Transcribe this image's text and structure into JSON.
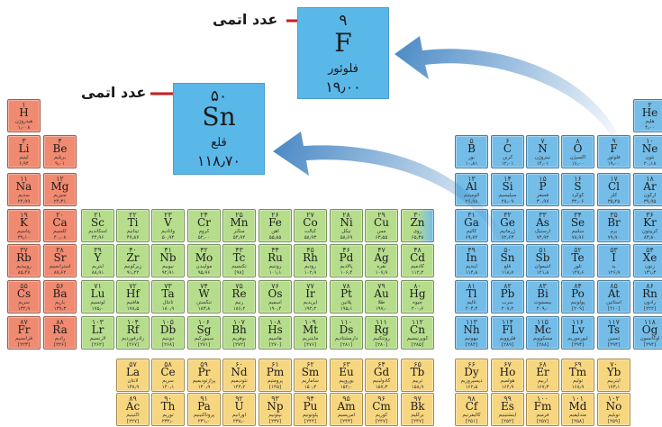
{
  "labels": {
    "atomic_number": "عدد اتمی"
  },
  "highlight_f": {
    "num": "۹",
    "sym": "F",
    "name": "فلوئور",
    "mass": "۱۹٫۰۰"
  },
  "highlight_sn": {
    "num": "۵۰",
    "sym": "Sn",
    "name": "قلع",
    "mass": "۱۱۸٫۷۰"
  },
  "colors": {
    "alkali": "#f08a70",
    "transition": "#b6dd8c",
    "main_group": "#74bde8",
    "f_block": "#f7d680",
    "highlight": "#5ab8e9",
    "arrow": "#3a7fc0",
    "label_arrow": "#c81e1e"
  },
  "elements": [
    {
      "r": 0,
      "c": 0,
      "n": "۱",
      "s": "H",
      "nm": "هیدروژن",
      "m": "۱٫۰۰۸",
      "t": "alk"
    },
    {
      "r": 0,
      "c": 17,
      "n": "۲",
      "s": "He",
      "nm": "هلیم",
      "m": "۴٫۰۰",
      "t": "p"
    },
    {
      "r": 1,
      "c": 0,
      "n": "۳",
      "s": "Li",
      "nm": "لیتیم",
      "m": "۶٫۹۴",
      "t": "alk"
    },
    {
      "r": 1,
      "c": 1,
      "n": "۴",
      "s": "Be",
      "nm": "بریلیم",
      "m": "۹٫۰۱",
      "t": "alk"
    },
    {
      "r": 1,
      "c": 12,
      "n": "۵",
      "s": "B",
      "nm": "بور",
      "m": "۱۰٫۸۱",
      "t": "p"
    },
    {
      "r": 1,
      "c": 13,
      "n": "۶",
      "s": "C",
      "nm": "کربن",
      "m": "۱۲٫۰۱",
      "t": "p"
    },
    {
      "r": 1,
      "c": 14,
      "n": "۷",
      "s": "N",
      "nm": "نیتروژن",
      "m": "۱۴٫۰۱",
      "t": "p"
    },
    {
      "r": 1,
      "c": 15,
      "n": "۸",
      "s": "O",
      "nm": "اکسیژن",
      "m": "۱۶٫۰۰",
      "t": "p"
    },
    {
      "r": 1,
      "c": 16,
      "n": "۹",
      "s": "F",
      "nm": "فلوئور",
      "m": "۱۹٫۰۰",
      "t": "p"
    },
    {
      "r": 1,
      "c": 17,
      "n": "۱۰",
      "s": "Ne",
      "nm": "نئون",
      "m": "۲۰٫۱۸",
      "t": "p"
    },
    {
      "r": 2,
      "c": 0,
      "n": "۱۱",
      "s": "Na",
      "nm": "سدیم",
      "m": "۲۲٫۹۹",
      "t": "alk"
    },
    {
      "r": 2,
      "c": 1,
      "n": "۱۲",
      "s": "Mg",
      "nm": "منیزیم",
      "m": "۲۴٫۳۱",
      "t": "alk"
    },
    {
      "r": 2,
      "c": 12,
      "n": "۱۳",
      "s": "Al",
      "nm": "آلومینیم",
      "m": "۲۶٫۹۸",
      "t": "p"
    },
    {
      "r": 2,
      "c": 13,
      "n": "۱۴",
      "s": "Si",
      "nm": "سیلیسیم",
      "m": "۲۸٫۰۹",
      "t": "p"
    },
    {
      "r": 2,
      "c": 14,
      "n": "۱۵",
      "s": "P",
      "nm": "فسفر",
      "m": "۳۰٫۹۷",
      "t": "p"
    },
    {
      "r": 2,
      "c": 15,
      "n": "۱۶",
      "s": "S",
      "nm": "گوگرد",
      "m": "۳۲٫۰۶",
      "t": "p"
    },
    {
      "r": 2,
      "c": 16,
      "n": "۱۷",
      "s": "Cl",
      "nm": "کلر",
      "m": "۳۵٫۴۵",
      "t": "p"
    },
    {
      "r": 2,
      "c": 17,
      "n": "۱۸",
      "s": "Ar",
      "nm": "آرگون",
      "m": "۳۹٫۹۵",
      "t": "p"
    },
    {
      "r": 3,
      "c": 0,
      "n": "۱۹",
      "s": "K",
      "nm": "پتاسیم",
      "m": "۳۹٫۱۰",
      "t": "alk"
    },
    {
      "r": 3,
      "c": 1,
      "n": "۲۰",
      "s": "Ca",
      "nm": "کلسیم",
      "m": "۴۰٫۰۸",
      "t": "alk"
    },
    {
      "r": 3,
      "c": 2,
      "n": "۲۱",
      "s": "Sc",
      "nm": "اسکاندیم",
      "m": "۴۴٫۹۶",
      "t": "tm"
    },
    {
      "r": 3,
      "c": 3,
      "n": "۲۲",
      "s": "Ti",
      "nm": "تیتانیم",
      "m": "۴۷٫۸۷",
      "t": "tm"
    },
    {
      "r": 3,
      "c": 4,
      "n": "۲۳",
      "s": "V",
      "nm": "وانادیم",
      "m": "۵۰٫۹۴",
      "t": "tm"
    },
    {
      "r": 3,
      "c": 5,
      "n": "۲۴",
      "s": "Cr",
      "nm": "کروم",
      "m": "۵۲٫۰۰",
      "t": "tm"
    },
    {
      "r": 3,
      "c": 6,
      "n": "۲۵",
      "s": "Mn",
      "nm": "منگنز",
      "m": "۵۴٫۹۴",
      "t": "tm"
    },
    {
      "r": 3,
      "c": 7,
      "n": "۲۶",
      "s": "Fe",
      "nm": "آهن",
      "m": "۵۵٫۸۵",
      "t": "tm"
    },
    {
      "r": 3,
      "c": 8,
      "n": "۲۷",
      "s": "Co",
      "nm": "کبالت",
      "m": "۵۸٫۹۳",
      "t": "tm"
    },
    {
      "r": 3,
      "c": 9,
      "n": "۲۸",
      "s": "Ni",
      "nm": "نیکل",
      "m": "۵۸٫۶۹",
      "t": "tm"
    },
    {
      "r": 3,
      "c": 10,
      "n": "۲۹",
      "s": "Cu",
      "nm": "مس",
      "m": "۶۳٫۵۵",
      "t": "tm"
    },
    {
      "r": 3,
      "c": 11,
      "n": "۳۰",
      "s": "Zn",
      "nm": "روی",
      "m": "۶۵٫۳۸",
      "t": "mix"
    },
    {
      "r": 3,
      "c": 12,
      "n": "۳۱",
      "s": "Ga",
      "nm": "گالیم",
      "m": "۶۹٫۷۲",
      "t": "p"
    },
    {
      "r": 3,
      "c": 13,
      "n": "۳۲",
      "s": "Ge",
      "nm": "ژرمانیم",
      "m": "۷۲٫۶۳",
      "t": "p"
    },
    {
      "r": 3,
      "c": 14,
      "n": "۳۳",
      "s": "As",
      "nm": "آرسنیک",
      "m": "۷۴٫۹۲",
      "t": "p"
    },
    {
      "r": 3,
      "c": 15,
      "n": "۳۴",
      "s": "Se",
      "nm": "سلنیم",
      "m": "۷۸٫۹۶",
      "t": "p"
    },
    {
      "r": 3,
      "c": 16,
      "n": "۳۵",
      "s": "Br",
      "nm": "برم",
      "m": "۷۹٫۹۰",
      "t": "p"
    },
    {
      "r": 3,
      "c": 17,
      "n": "۳۶",
      "s": "Kr",
      "nm": "کریپتون",
      "m": "۸۳٫۸۰",
      "t": "p"
    },
    {
      "r": 4,
      "c": 0,
      "n": "۳۷",
      "s": "Rb",
      "nm": "روبیدیم",
      "m": "۸۵٫۴۷",
      "t": "alk"
    },
    {
      "r": 4,
      "c": 1,
      "n": "۳۸",
      "s": "Sr",
      "nm": "استرانسیم",
      "m": "۸۷٫۶۲",
      "t": "alk"
    },
    {
      "r": 4,
      "c": 2,
      "n": "۳۹",
      "s": "Y",
      "nm": "ایتریم",
      "m": "۸۸٫۹۱",
      "t": "tm"
    },
    {
      "r": 4,
      "c": 3,
      "n": "۴۰",
      "s": "Zr",
      "nm": "زیرکونیم",
      "m": "۹۱٫۲۲",
      "t": "tm"
    },
    {
      "r": 4,
      "c": 4,
      "n": "۴۱",
      "s": "Nb",
      "nm": "نیوبیم",
      "m": "۹۲٫۹۱",
      "t": "tm"
    },
    {
      "r": 4,
      "c": 5,
      "n": "۴۲",
      "s": "Mo",
      "nm": "مولیبدن",
      "m": "۹۵٫۹۶",
      "t": "tm"
    },
    {
      "r": 4,
      "c": 6,
      "n": "۴۳",
      "s": "Tc",
      "nm": "تکنسیم",
      "m": "[۹۸]",
      "t": "tm"
    },
    {
      "r": 4,
      "c": 7,
      "n": "۴۴",
      "s": "Ru",
      "nm": "روتنیم",
      "m": "۱۰۱٫۱",
      "t": "tm"
    },
    {
      "r": 4,
      "c": 8,
      "n": "۴۵",
      "s": "Rh",
      "nm": "رودیم",
      "m": "۱۰۲٫۹",
      "t": "tm"
    },
    {
      "r": 4,
      "c": 9,
      "n": "۴۶",
      "s": "Pd",
      "nm": "پالادیم",
      "m": "۱۰۶٫۴",
      "t": "tm"
    },
    {
      "r": 4,
      "c": 10,
      "n": "۴۷",
      "s": "Ag",
      "nm": "نقره",
      "m": "۱۰۷٫۹",
      "t": "tm"
    },
    {
      "r": 4,
      "c": 11,
      "n": "۴۸",
      "s": "Cd",
      "nm": "کادمیم",
      "m": "۱۱۲٫۴",
      "t": "tm"
    },
    {
      "r": 4,
      "c": 12,
      "n": "۴۹",
      "s": "In",
      "nm": "ایندیم",
      "m": "۱۱۴٫۸",
      "t": "p"
    },
    {
      "r": 4,
      "c": 13,
      "n": "۵۰",
      "s": "Sn",
      "nm": "قلع",
      "m": "۱۱۸٫۷",
      "t": "p"
    },
    {
      "r": 4,
      "c": 14,
      "n": "۵۱",
      "s": "Sb",
      "nm": "آنتیموان",
      "m": "۱۲۱٫۸",
      "t": "p"
    },
    {
      "r": 4,
      "c": 15,
      "n": "۵۲",
      "s": "Te",
      "nm": "تلور",
      "m": "۱۲۷٫۶",
      "t": "p"
    },
    {
      "r": 4,
      "c": 16,
      "n": "۵۳",
      "s": "I",
      "nm": "ید",
      "m": "۱۲۶٫۹",
      "t": "p"
    },
    {
      "r": 4,
      "c": 17,
      "n": "۵۴",
      "s": "Xe",
      "nm": "زنون",
      "m": "۱۳۱٫۳",
      "t": "p"
    },
    {
      "r": 5,
      "c": 0,
      "n": "۵۵",
      "s": "Cs",
      "nm": "سزیم",
      "m": "۱۳۲٫۹",
      "t": "alk"
    },
    {
      "r": 5,
      "c": 1,
      "n": "۵۶",
      "s": "Ba",
      "nm": "باریم",
      "m": "۱۳۷٫۳",
      "t": "alk"
    },
    {
      "r": 5,
      "c": 2,
      "n": "۷۱",
      "s": "Lu",
      "nm": "لوتسیم",
      "m": "۱۷۵٫۰",
      "t": "tm"
    },
    {
      "r": 5,
      "c": 3,
      "n": "۷۲",
      "s": "Hf",
      "nm": "هافنیم",
      "m": "۱۷۸٫۵",
      "t": "tm"
    },
    {
      "r": 5,
      "c": 4,
      "n": "۷۳",
      "s": "Ta",
      "nm": "تانتال",
      "m": "۱۸۰٫۹",
      "t": "tm"
    },
    {
      "r": 5,
      "c": 5,
      "n": "۷۴",
      "s": "W",
      "nm": "تنگستن",
      "m": "۱۸۳٫۸",
      "t": "tm"
    },
    {
      "r": 5,
      "c": 6,
      "n": "۷۵",
      "s": "Re",
      "nm": "رنیم",
      "m": "۱۸۶٫۲",
      "t": "tm"
    },
    {
      "r": 5,
      "c": 7,
      "n": "۷۶",
      "s": "Os",
      "nm": "اسمیم",
      "m": "۱۹۰٫۲",
      "t": "tm"
    },
    {
      "r": 5,
      "c": 8,
      "n": "۷۷",
      "s": "Ir",
      "nm": "ایریدیم",
      "m": "۱۹۲٫۲",
      "t": "tm"
    },
    {
      "r": 5,
      "c": 9,
      "n": "۷۸",
      "s": "Pt",
      "nm": "پلاتین",
      "m": "۱۹۵٫۱",
      "t": "tm"
    },
    {
      "r": 5,
      "c": 10,
      "n": "۷۹",
      "s": "Au",
      "nm": "طلا",
      "m": "۱۹۷٫۰",
      "t": "tm"
    },
    {
      "r": 5,
      "c": 11,
      "n": "۸۰",
      "s": "Hg",
      "nm": "جیوه",
      "m": "۲۰۰٫۶",
      "t": "tm"
    },
    {
      "r": 5,
      "c": 12,
      "n": "۸۱",
      "s": "Tl",
      "nm": "تالیم",
      "m": "۲۰۴٫۴",
      "t": "p"
    },
    {
      "r": 5,
      "c": 13,
      "n": "۸۲",
      "s": "Pb",
      "nm": "سرب",
      "m": "۲۰۷٫۲",
      "t": "p"
    },
    {
      "r": 5,
      "c": 14,
      "n": "۸۳",
      "s": "Bi",
      "nm": "بیسموت",
      "m": "۲۰۹٫۰",
      "t": "p"
    },
    {
      "r": 5,
      "c": 15,
      "n": "۸۴",
      "s": "Po",
      "nm": "پولونیم",
      "m": "[۲۰۹]",
      "t": "p"
    },
    {
      "r": 5,
      "c": 16,
      "n": "۸۵",
      "s": "At",
      "nm": "استاتین",
      "m": "[۲۱۰]",
      "t": "p"
    },
    {
      "r": 5,
      "c": 17,
      "n": "۸۶",
      "s": "Rn",
      "nm": "رادون",
      "m": "[۲۲۲]",
      "t": "p"
    },
    {
      "r": 6,
      "c": 0,
      "n": "۸۷",
      "s": "Fr",
      "nm": "فرانسیم",
      "m": "[۲۲۳]",
      "t": "alk"
    },
    {
      "r": 6,
      "c": 1,
      "n": "۸۸",
      "s": "Ra",
      "nm": "رادیم",
      "m": "[۲۲۶]",
      "t": "alk"
    },
    {
      "r": 6,
      "c": 2,
      "n": "۱۰۳",
      "s": "Lr",
      "nm": "لارنسیم",
      "m": "[۲۶۲]",
      "t": "tm"
    },
    {
      "r": 6,
      "c": 3,
      "n": "۱۰۴",
      "s": "Rf",
      "nm": "رادرفوردیم",
      "m": "[۲۶۷]",
      "t": "tm"
    },
    {
      "r": 6,
      "c": 4,
      "n": "۱۰۵",
      "s": "Db",
      "nm": "دوبنیم",
      "m": "[۲۶۸]",
      "t": "tm"
    },
    {
      "r": 6,
      "c": 5,
      "n": "۱۰۶",
      "s": "Sg",
      "nm": "سیبورگیم",
      "m": "[۲۷۱]",
      "t": "tm"
    },
    {
      "r": 6,
      "c": 6,
      "n": "۱۰۷",
      "s": "Bh",
      "nm": "بوهریم",
      "m": "[۲۷۲]",
      "t": "tm"
    },
    {
      "r": 6,
      "c": 7,
      "n": "۱۰۸",
      "s": "Hs",
      "nm": "هاسیم",
      "m": "[۲۷۰]",
      "t": "tm"
    },
    {
      "r": 6,
      "c": 8,
      "n": "۱۰۹",
      "s": "Mt",
      "nm": "مایتنریم",
      "m": "[۲۷۶]",
      "t": "tm"
    },
    {
      "r": 6,
      "c": 9,
      "n": "۱۱۰",
      "s": "Ds",
      "nm": "دارمشتادیم",
      "m": "[۲۸۱]",
      "t": "tm"
    },
    {
      "r": 6,
      "c": 10,
      "n": "۱۱۱",
      "s": "Rg",
      "nm": "رونتگنیم",
      "m": "[۲۸۰]",
      "t": "tm"
    },
    {
      "r": 6,
      "c": 11,
      "n": "۱۱۲",
      "s": "Cn",
      "nm": "کوپرنیسیم",
      "m": "[۲۸۵]",
      "t": "tm"
    },
    {
      "r": 6,
      "c": 12,
      "n": "۱۱۳",
      "s": "Nh",
      "nm": "نیهونیم",
      "m": "[۲۸۴]",
      "t": "p"
    },
    {
      "r": 6,
      "c": 13,
      "n": "۱۱۴",
      "s": "Fl",
      "nm": "فلروویم",
      "m": "[۲۸۹]",
      "t": "p"
    },
    {
      "r": 6,
      "c": 14,
      "n": "۱۱۵",
      "s": "Mc",
      "nm": "مسکوویم",
      "m": "[۲۸۸]",
      "t": "p"
    },
    {
      "r": 6,
      "c": 15,
      "n": "۱۱۶",
      "s": "Lv",
      "nm": "لیورموریم",
      "m": "[۲۹۳]",
      "t": "p"
    },
    {
      "r": 6,
      "c": 16,
      "n": "۱۱۷",
      "s": "Ts",
      "nm": "تنسین",
      "m": "[۲۹۴]",
      "t": "p"
    },
    {
      "r": 6,
      "c": 17,
      "n": "۱۱۸",
      "s": "Og",
      "nm": "اوگانسون",
      "m": "[۲۹۴]",
      "t": "p"
    },
    {
      "r": 7,
      "c": 3,
      "n": "۵۷",
      "s": "La",
      "nm": "لانتان",
      "m": "۱۳۸٫۹",
      "t": "f"
    },
    {
      "r": 7,
      "c": 4,
      "n": "۵۸",
      "s": "Ce",
      "nm": "سریم",
      "m": "۱۴۰٫۱",
      "t": "f"
    },
    {
      "r": 7,
      "c": 5,
      "n": "۵۹",
      "s": "Pr",
      "nm": "پرازئودیمیم",
      "m": "۱۴۰٫۹",
      "t": "f"
    },
    {
      "r": 7,
      "c": 6,
      "n": "۶۰",
      "s": "Nd",
      "nm": "نئودیمیم",
      "m": "۱۴۴٫۲",
      "t": "f"
    },
    {
      "r": 7,
      "c": 7,
      "n": "۶۱",
      "s": "Pm",
      "nm": "پرومتیم",
      "m": "[۱۴۵]",
      "t": "f"
    },
    {
      "r": 7,
      "c": 8,
      "n": "۶۲",
      "s": "Sm",
      "nm": "ساماریم",
      "m": "۱۵۰٫۴",
      "t": "f"
    },
    {
      "r": 7,
      "c": 9,
      "n": "۶۳",
      "s": "Eu",
      "nm": "یوروپیم",
      "m": "۱۵۲٫۰",
      "t": "f"
    },
    {
      "r": 7,
      "c": 10,
      "n": "۶۴",
      "s": "Gd",
      "nm": "گادولینیم",
      "m": "۱۵۷٫۳",
      "t": "f"
    },
    {
      "r": 7,
      "c": 11,
      "n": "۶۵",
      "s": "Tb",
      "nm": "تربیم",
      "m": "۱۵۸٫۹",
      "t": "f"
    },
    {
      "r": 7,
      "c": 12,
      "n": "۶۶",
      "s": "Dy",
      "nm": "دیسپروزیم",
      "m": "۱۶۲٫۵",
      "t": "f"
    },
    {
      "r": 7,
      "c": 13,
      "n": "۶۷",
      "s": "Ho",
      "nm": "هولمیم",
      "m": "۱۶۴٫۹",
      "t": "f"
    },
    {
      "r": 7,
      "c": 14,
      "n": "۶۸",
      "s": "Er",
      "nm": "اربیم",
      "m": "۱۶۷٫۳",
      "t": "f"
    },
    {
      "r": 7,
      "c": 15,
      "n": "۶۹",
      "s": "Tm",
      "nm": "تولیم",
      "m": "۱۶۸٫۹",
      "t": "f"
    },
    {
      "r": 7,
      "c": 16,
      "n": "۷۰",
      "s": "Yb",
      "nm": "ایتربیم",
      "m": "۱۷۳٫۱",
      "t": "f"
    },
    {
      "r": 8,
      "c": 3,
      "n": "۸۹",
      "s": "Ac",
      "nm": "آکتینیم",
      "m": "[۲۲۷]",
      "t": "f"
    },
    {
      "r": 8,
      "c": 4,
      "n": "۹۰",
      "s": "Th",
      "nm": "توریم",
      "m": "۲۳۲٫۰",
      "t": "f"
    },
    {
      "r": 8,
      "c": 5,
      "n": "۹۱",
      "s": "Pa",
      "nm": "پروتاکتینیم",
      "m": "۲۳۱٫۰",
      "t": "f"
    },
    {
      "r": 8,
      "c": 6,
      "n": "۹۲",
      "s": "U",
      "nm": "اورانیم",
      "m": "۲۳۸٫۰",
      "t": "f"
    },
    {
      "r": 8,
      "c": 7,
      "n": "۹۳",
      "s": "Np",
      "nm": "نپتونیم",
      "m": "[۲۳۷]",
      "t": "f"
    },
    {
      "r": 8,
      "c": 8,
      "n": "۹۴",
      "s": "Pu",
      "nm": "پلوتونیم",
      "m": "[۲۴۴]",
      "t": "f"
    },
    {
      "r": 8,
      "c": 9,
      "n": "۹۵",
      "s": "Am",
      "nm": "آمریسیم",
      "m": "[۲۴۳]",
      "t": "f"
    },
    {
      "r": 8,
      "c": 10,
      "n": "۹۶",
      "s": "Cm",
      "nm": "کوریم",
      "m": "[۲۴۷]",
      "t": "f"
    },
    {
      "r": 8,
      "c": 11,
      "n": "۹۷",
      "s": "Bk",
      "nm": "برکلیم",
      "m": "[۲۴۷]",
      "t": "f"
    },
    {
      "r": 8,
      "c": 12,
      "n": "۹۸",
      "s": "Cf",
      "nm": "کالیفرنیم",
      "m": "[۲۵۱]",
      "t": "f"
    },
    {
      "r": 8,
      "c": 13,
      "n": "۹۹",
      "s": "Es",
      "nm": "اینشتینیم",
      "m": "[۲۵۲]",
      "t": "f"
    },
    {
      "r": 8,
      "c": 14,
      "n": "۱۰۰",
      "s": "Fm",
      "nm": "فرمیم",
      "m": "[۲۵۷]",
      "t": "f"
    },
    {
      "r": 8,
      "c": 15,
      "n": "۱۰۱",
      "s": "Md",
      "nm": "مندلیفیم",
      "m": "[۲۵۸]",
      "t": "f"
    },
    {
      "r": 8,
      "c": 16,
      "n": "۱۰۲",
      "s": "No",
      "nm": "نوبلیم",
      "m": "[۲۵۹]",
      "t": "f"
    }
  ]
}
